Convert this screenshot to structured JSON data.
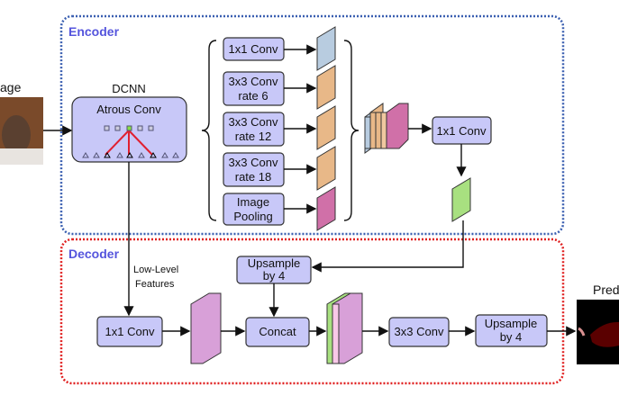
{
  "encoder": {
    "label": "Encoder",
    "color": "#5555dd",
    "border": "#3a5fb0"
  },
  "decoder": {
    "label": "Decoder",
    "color": "#5555dd",
    "border": "#e02020"
  },
  "input": {
    "label": "age"
  },
  "dcnn": {
    "label": "DCNN",
    "atrous": "Atrous Conv"
  },
  "aspp": [
    {
      "l1": "1x1 Conv",
      "l2": "",
      "color": "#b8cce0"
    },
    {
      "l1": "3x3 Conv",
      "l2": "rate 6",
      "color": "#e8b888"
    },
    {
      "l1": "3x3 Conv",
      "l2": "rate 12",
      "color": "#e8b888"
    },
    {
      "l1": "3x3 Conv",
      "l2": "rate 18",
      "color": "#e8b888"
    },
    {
      "l1": "Image",
      "l2": "Pooling",
      "color": "#d070a8"
    }
  ],
  "enc_conv": "1x1 Conv",
  "low_level": {
    "l1": "Low-Level",
    "l2": "Features"
  },
  "upsample1": {
    "l1": "Upsample",
    "l2": "by 4"
  },
  "dec_conv1": "1x1 Conv",
  "concat": "Concat",
  "dec_conv3": "3x3 Conv",
  "upsample2": {
    "l1": "Upsample",
    "l2": "by 4"
  },
  "prediction": {
    "label": "Pred"
  }
}
